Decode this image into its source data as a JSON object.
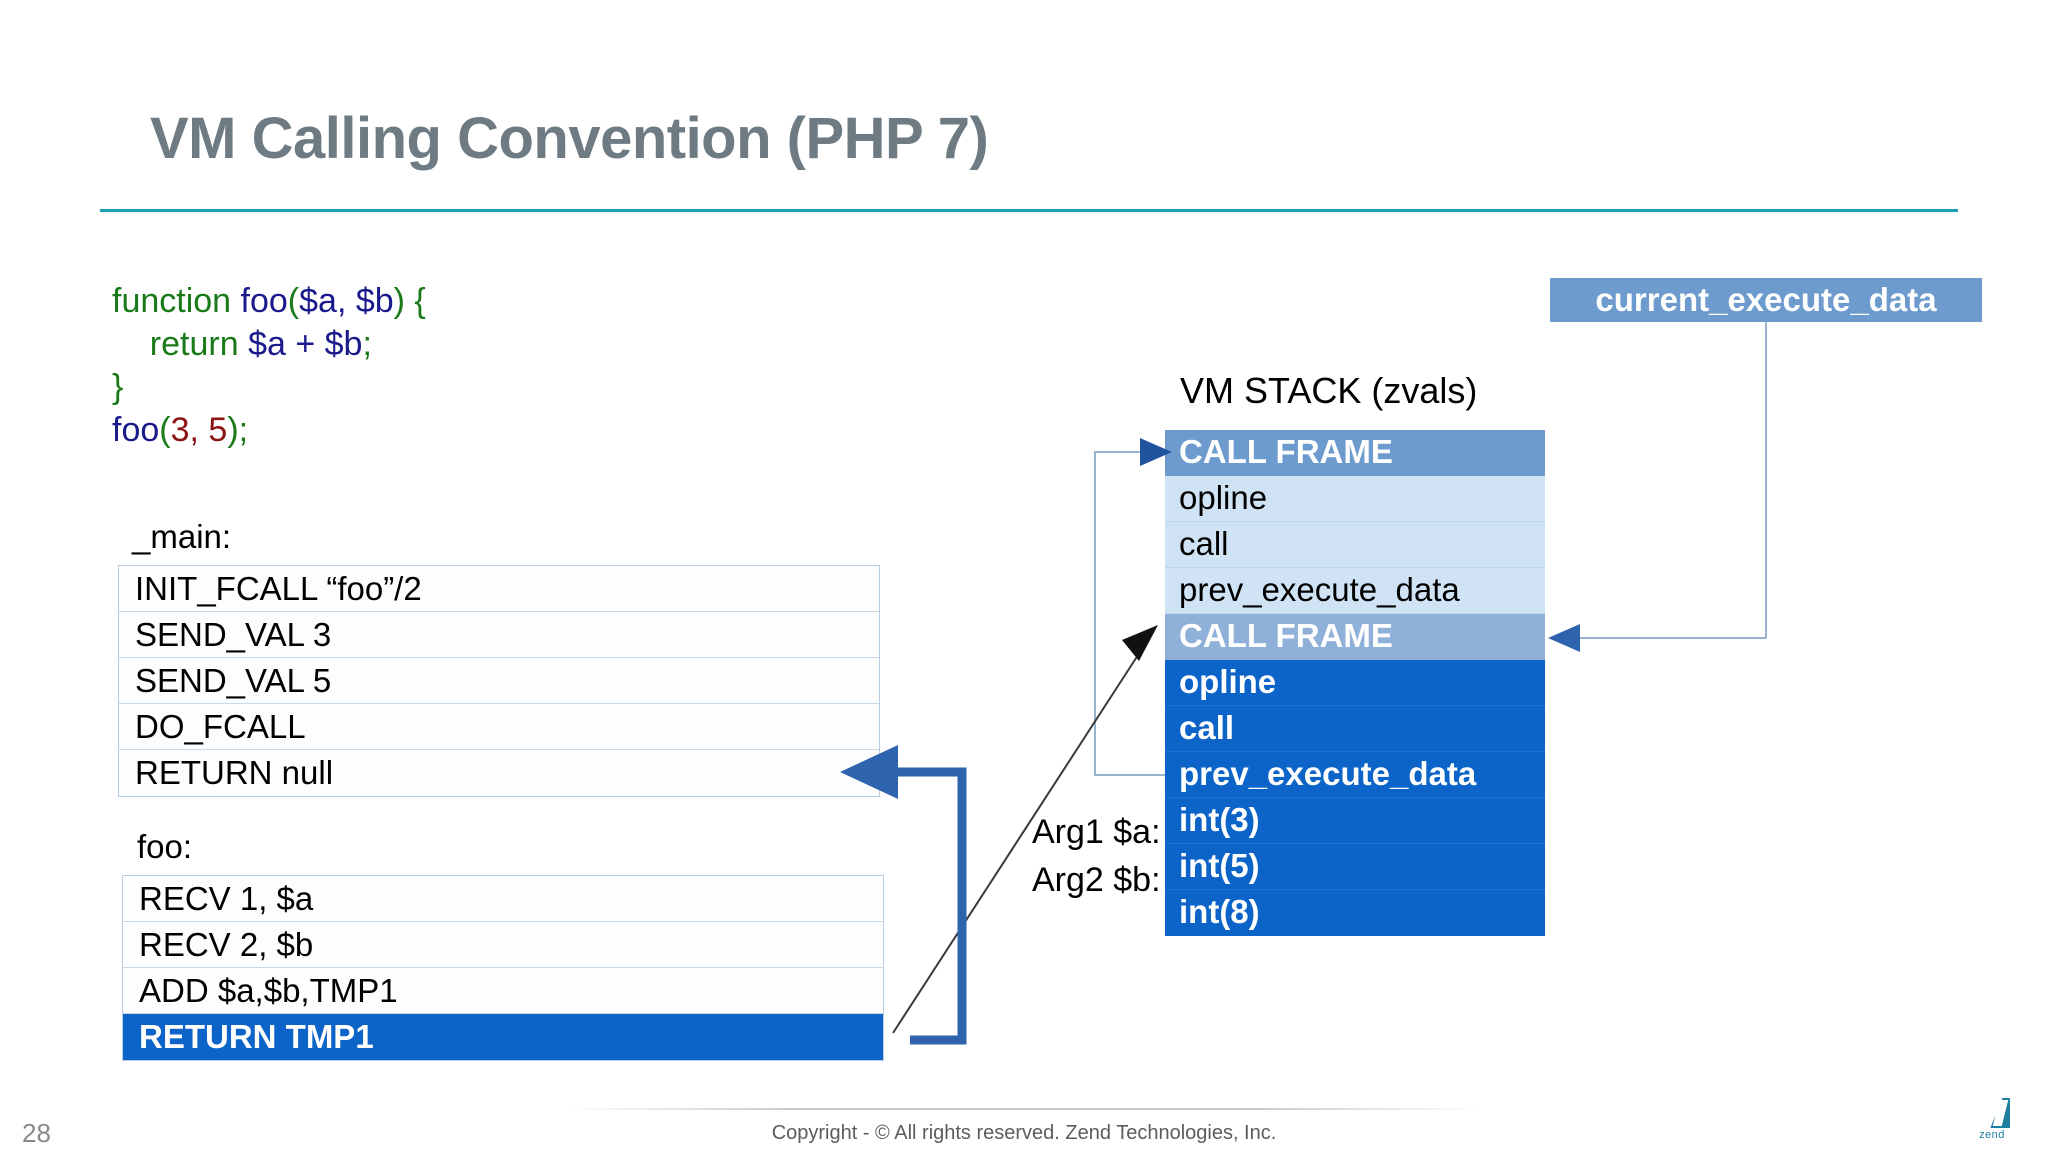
{
  "slide": {
    "title": "VM Calling Convention (PHP 7)",
    "page_number": "28",
    "copyright": "Copyright - © All rights reserved. Zend Technologies, Inc.",
    "logo_text": "zend",
    "accent_color": "#1a9fb5",
    "highlight_color": "#0c64c8",
    "frame_header_color": "#6d9bce"
  },
  "code": {
    "line1_kw": "function ",
    "line1_fn": "foo",
    "line1_punc_open": "(",
    "line1_args": "$a, $b",
    "line1_punc_close": ") {",
    "line2_indent": "    ",
    "line2_kw": "return ",
    "line2_expr": "$a + $b",
    "line2_semi": ";",
    "line3": "}",
    "line4_fn": "foo",
    "line4_open": "(",
    "line4_n1": "3",
    "line4_sep": ", ",
    "line4_n2": "5",
    "line4_close": ")",
    "line4_semi": ";"
  },
  "main_block": {
    "label": "_main:",
    "rows": [
      "INIT_FCALL  “foo”/2",
      "SEND_VAL 3",
      "SEND_VAL 5",
      "DO_FCALL",
      "RETURN null"
    ]
  },
  "foo_block": {
    "label": "foo:",
    "rows": [
      {
        "text": "RECV 1, $a",
        "highlighted": false
      },
      {
        "text": "RECV 2, $b",
        "highlighted": false
      },
      {
        "text": "ADD $a,$b,TMP1",
        "highlighted": false
      },
      {
        "text": "RETURN TMP1",
        "highlighted": true
      }
    ]
  },
  "vm_stack": {
    "title": "VM STACK (zvals)",
    "outer_frame": {
      "header": "CALL FRAME",
      "rows": [
        "opline",
        "call",
        "prev_execute_data"
      ]
    },
    "inner_frame": {
      "header": "CALL FRAME",
      "rows": [
        "opline",
        "call",
        "prev_execute_data",
        "int(3)",
        "int(5)",
        "int(8)"
      ]
    }
  },
  "current_execute_data": {
    "label": "current_execute_data"
  },
  "args": {
    "arg1": "Arg1 $a:",
    "arg2": "Arg2 $b:"
  }
}
